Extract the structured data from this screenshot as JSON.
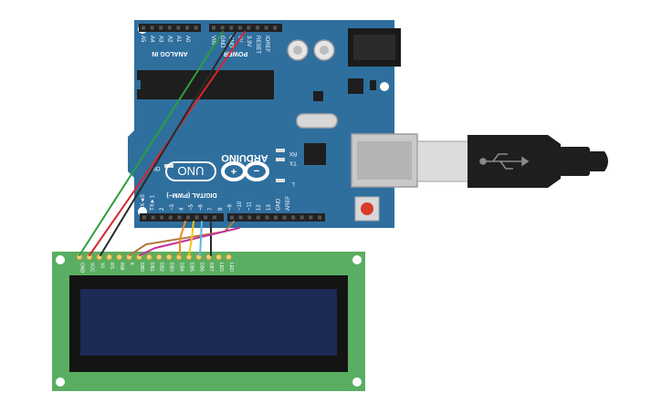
{
  "board": {
    "brand": "ARDUINO",
    "model": "UNO",
    "on_label": "ON",
    "analog_label": "ANALOG IN",
    "power_label": "POWER",
    "digital_label": "DIGITAL (PWM~)",
    "analog_pins": [
      "A5",
      "A4",
      "A3",
      "A2",
      "A1",
      "A0"
    ],
    "power_pins": [
      "VIN",
      "GND",
      "GND",
      "5V",
      "3.3V",
      "RESET",
      "IOREF"
    ],
    "digital_pins": [
      "RX◄0",
      "TX►1",
      "2",
      "~3",
      "4",
      "~5",
      "~6",
      "7",
      "8",
      "~9",
      "~10",
      "~11",
      "12",
      "13",
      "GND",
      "AREF"
    ],
    "led_labels": [
      "RX",
      "TX",
      "L"
    ]
  },
  "lcd": {
    "pins": [
      "GND",
      "VCC",
      "V0",
      "RS",
      "RW",
      "E",
      "DB0",
      "DB1",
      "DB2",
      "DB3",
      "DB4",
      "DB5",
      "DB6",
      "DB7",
      "LED",
      "LED"
    ]
  },
  "colors": {
    "board": "#2f6f9e",
    "pcb": "#5aae62",
    "display": "#1d2a55",
    "wire_green": "#2e9e3f",
    "wire_red": "#d8262d",
    "wire_black": "#2a2a2a",
    "wire_brown": "#b07a3c",
    "wire_magenta": "#c4319c",
    "wire_orange": "#f08a1c",
    "wire_yellow": "#f2c40f",
    "wire_blue": "#5ab4e6"
  },
  "icons": [
    "usb-icon",
    "arduino-infinity-logo"
  ]
}
